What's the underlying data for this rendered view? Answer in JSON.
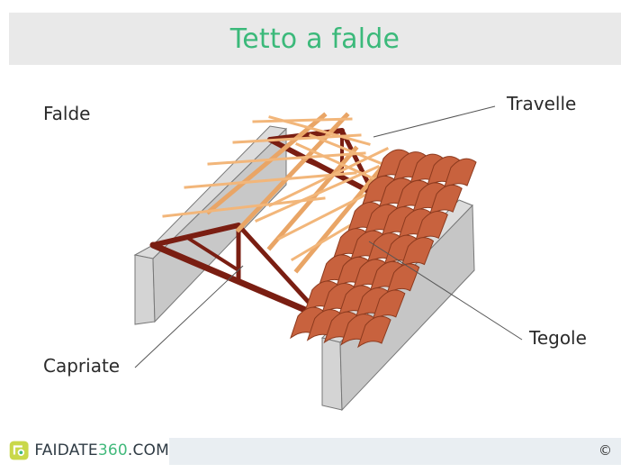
{
  "title": "Tetto a falde",
  "labels": {
    "falde": "Falde",
    "travelle": "Travelle",
    "capriate": "Capriate",
    "tegole": "Tegole"
  },
  "footer": {
    "brand_main": "FAIDATE",
    "brand_num": "360",
    "brand_tld": ".COM",
    "copyright": "©"
  },
  "colors": {
    "title": "#3bb97a",
    "truss": "#7a1e12",
    "wood": "#f2b67a",
    "tile": "#c8623e",
    "wall": "#cfcfcf"
  }
}
